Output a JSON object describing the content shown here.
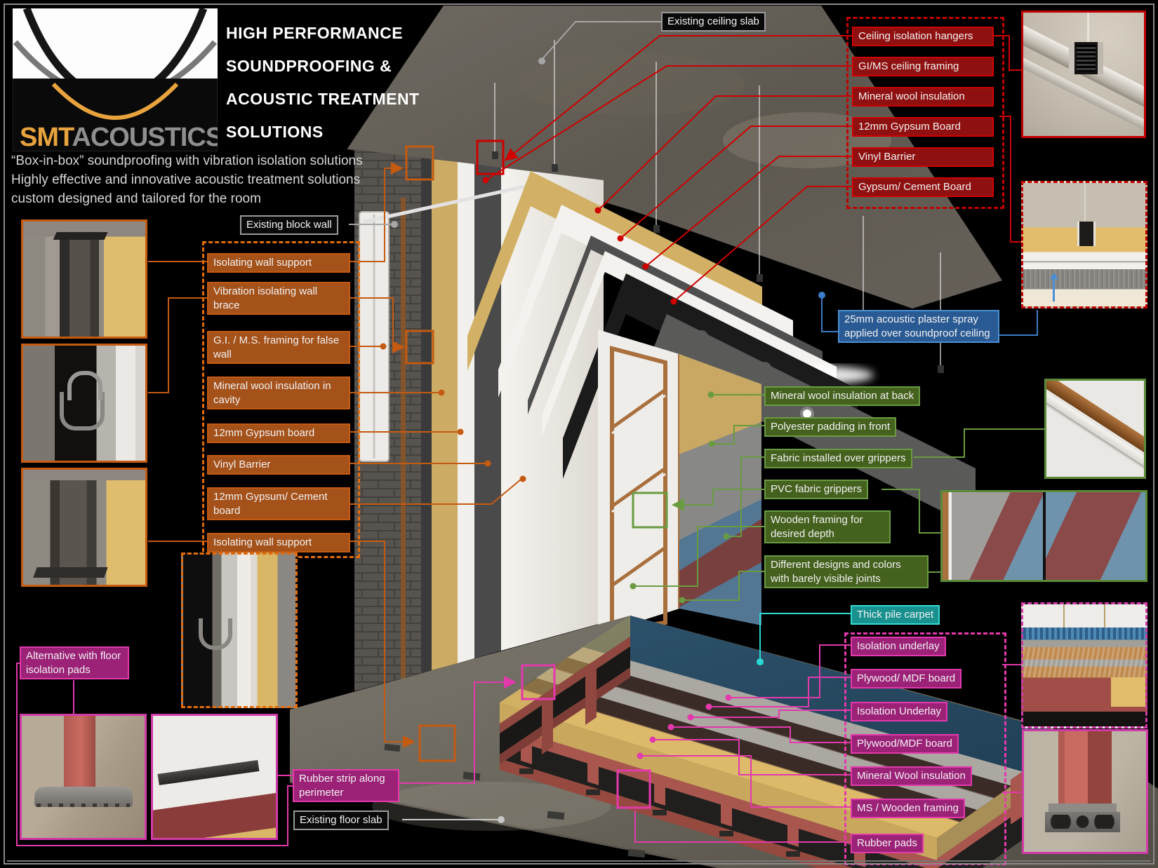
{
  "brand": {
    "smt": "SMT",
    "acoustics": "ACOUSTICS"
  },
  "header": {
    "title_lines": [
      "HIGH PERFORMANCE",
      "SOUNDPROOFING &",
      "ACOUSTIC TREATMENT",
      "SOLUTIONS"
    ],
    "subtitle_lines": [
      "“Box-in-box” soundproofing with vibration isolation solutions",
      "Highly effective and innovative acoustic treatment solutions",
      "custom designed and tailored for the room"
    ]
  },
  "static_labels": {
    "ceiling_slab": "Existing ceiling slab",
    "block_wall": "Existing block wall",
    "floor_slab": "Existing floor slab"
  },
  "groups": {
    "ceiling": {
      "accent": "#d00000",
      "items": [
        "Ceiling isolation hangers",
        "GI/MS ceiling framing",
        "Mineral wool insulation",
        "12mm Gypsum Board",
        "Vinyl Barrier",
        "Gypsum/ Cement Board"
      ]
    },
    "wall": {
      "accent": "#c55a11",
      "items": [
        "Isolating wall support",
        "Vibration isolating wall brace",
        "G.I. / M.S. framing for false wall",
        "Mineral wool insulation in cavity",
        "12mm Gypsum board",
        "Vinyl Barrier",
        "12mm Gypsum/ Cement board",
        "Isolating wall support"
      ]
    },
    "panel": {
      "accent": "#6a9b41",
      "items": [
        "Mineral wool insulation at back",
        "Polyester padding in front",
        "Fabric installed over grippers",
        "PVC fabric grippers",
        "Wooden framing for desired depth",
        "Different designs and colors with barely visible joints"
      ]
    },
    "floor": {
      "accent": "#e339ac",
      "items": [
        "Isolation underlay",
        "Plywood/ MDF board",
        "Isolation Underlay",
        "Plywood/MDF board",
        "Mineral Wool insulation",
        "MS / Wooden framing",
        "Rubber pads"
      ]
    }
  },
  "notes": {
    "plaster": "25mm acoustic plaster spray applied over soundproof ceiling",
    "carpet": "Thick pile carpet",
    "alternative": "Alternative with floor isolation pads",
    "rubber_strip": "Rubber strip along perimeter"
  },
  "colors": {
    "red": "#d00000",
    "orange": "#c55a11",
    "green": "#6a9b41",
    "magenta": "#e339ac",
    "teal": "#35dcd6",
    "blue": "#4a8fd4",
    "wool": "#e5c170",
    "carpet": "#3f7393",
    "frame_red": "#a8564e"
  }
}
